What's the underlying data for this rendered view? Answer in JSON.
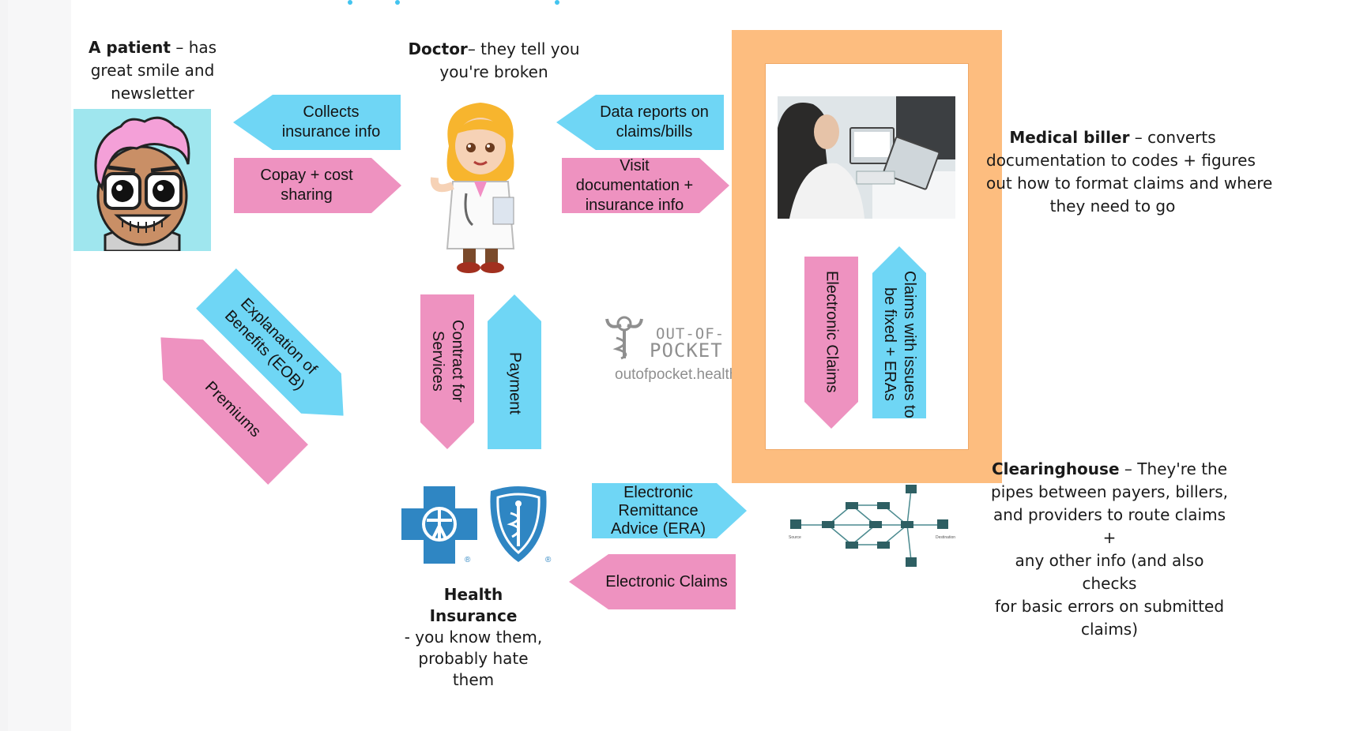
{
  "patient": {
    "title": "A patient",
    "desc_line1": "– has",
    "desc_line2": "great smile and",
    "desc_line3": "newsletter"
  },
  "doctor": {
    "title": "Doctor",
    "desc_line1": "– they tell you",
    "desc_line2": "you're broken"
  },
  "biller": {
    "title": "Medical biller",
    "desc_line1": "– converts",
    "desc_line2": "documentation to codes + figures",
    "desc_line3": "out how to format claims and where",
    "desc_line4": "they need to go"
  },
  "clearinghouse": {
    "title": "Clearinghouse",
    "desc_line1": "– They're the",
    "desc_line2": "pipes between payers, billers,",
    "desc_line3": "and providers to route claims +",
    "desc_line4": "any other info  (and also checks",
    "desc_line5": "for basic errors on submitted",
    "desc_line6": "claims)"
  },
  "insurance": {
    "title": "Health Insurance",
    "desc_line1": "- you know them,",
    "desc_line2": "probably hate",
    "desc_line3": "them"
  },
  "arrows": {
    "collects": "Collects insurance info",
    "copay": "Copay + cost sharing",
    "data_reports": "Data reports on claims/bills",
    "visit_docs": "Visit documentation + insurance info",
    "eob": "Explanation of Benefits (EOB)",
    "premiums": "Premiums",
    "contract": "Contract for Services",
    "payment": "Payment",
    "electronic_claims_v": "Electronic Claims",
    "claims_issues": "Claims with issues to be fixed + ERAs",
    "era": "Electronic Remittance Advice (ERA)",
    "electronic_claims_h": "Electronic Claims"
  },
  "watermark": {
    "brand_line1": "OUT-OF-",
    "brand_line2": "POCKET",
    "url": "outofpocket.health"
  },
  "network": {
    "source_label": "Source",
    "dest_label": "Destination"
  },
  "colors": {
    "blue_arrow": "#6fd6f5",
    "pink_arrow": "#ee92c0",
    "orange_frame": "#fdbd7f",
    "patient_bg": "#9fe6ee",
    "insurance_blue": "#2f86c3"
  },
  "icons": [
    "patient-avatar-icon",
    "doctor-cartoon-icon",
    "biller-photo-icon",
    "insurance-cross-icon",
    "insurance-shield-icon",
    "network-diagram-icon",
    "caduceus-logo-icon"
  ]
}
